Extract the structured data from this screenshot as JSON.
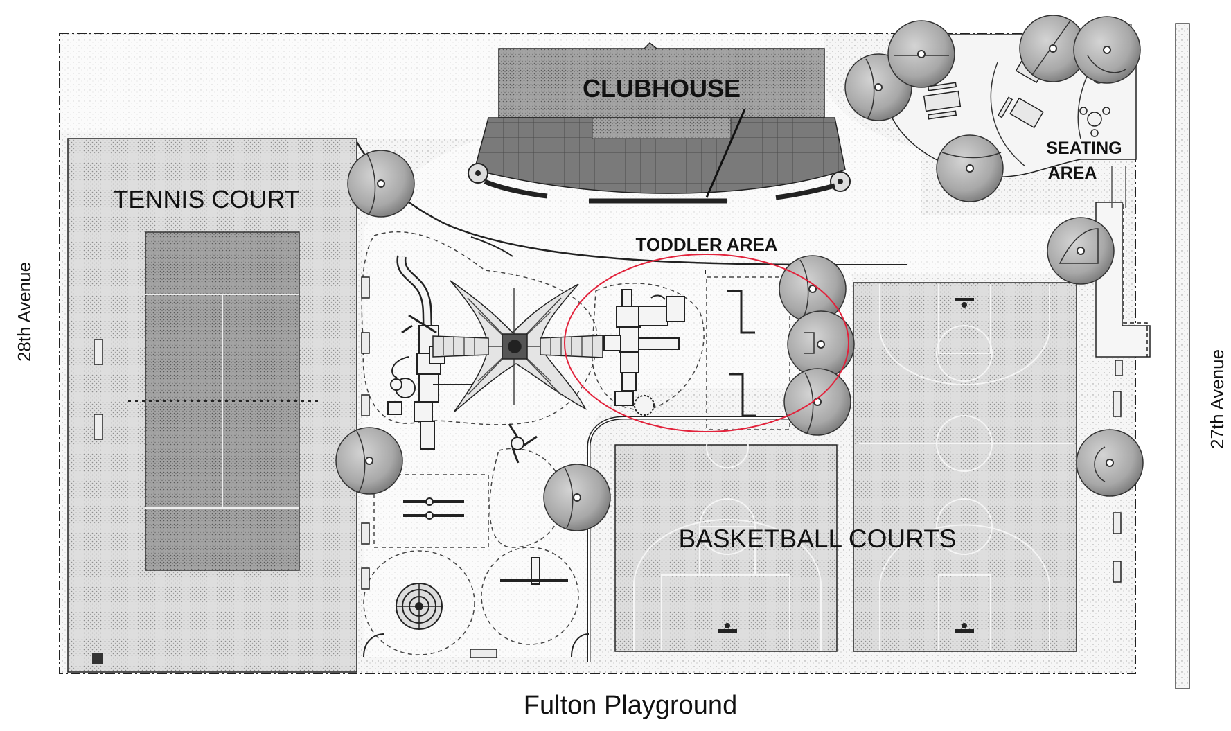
{
  "labels": {
    "clubhouse": "CLUBHOUSE",
    "tennis_court": "TENNIS COURT",
    "toddler_area": "TODDLER AREA",
    "seating": "SEATING",
    "area": "AREA",
    "basketball_courts": "BASKETBALL COURTS",
    "street_left": "28th Avenue",
    "street_right": "27th Avenue",
    "caption": "Fulton Playground"
  },
  "colors": {
    "ground": "#f1f1f1",
    "court": "#dcdcdc",
    "court_dark": "#9c9c9c",
    "building": "#a9a9a9",
    "building_dark": "#6f6f6f",
    "tree": "#b3b3b3",
    "line": "#1a1a1a",
    "highlight": "#e2223b"
  },
  "icons": [
    "tree-icon",
    "bench-icon",
    "picnic-table-icon",
    "rope-climber-icon",
    "slide-icon",
    "spinner-icon",
    "seesaw-icon"
  ]
}
